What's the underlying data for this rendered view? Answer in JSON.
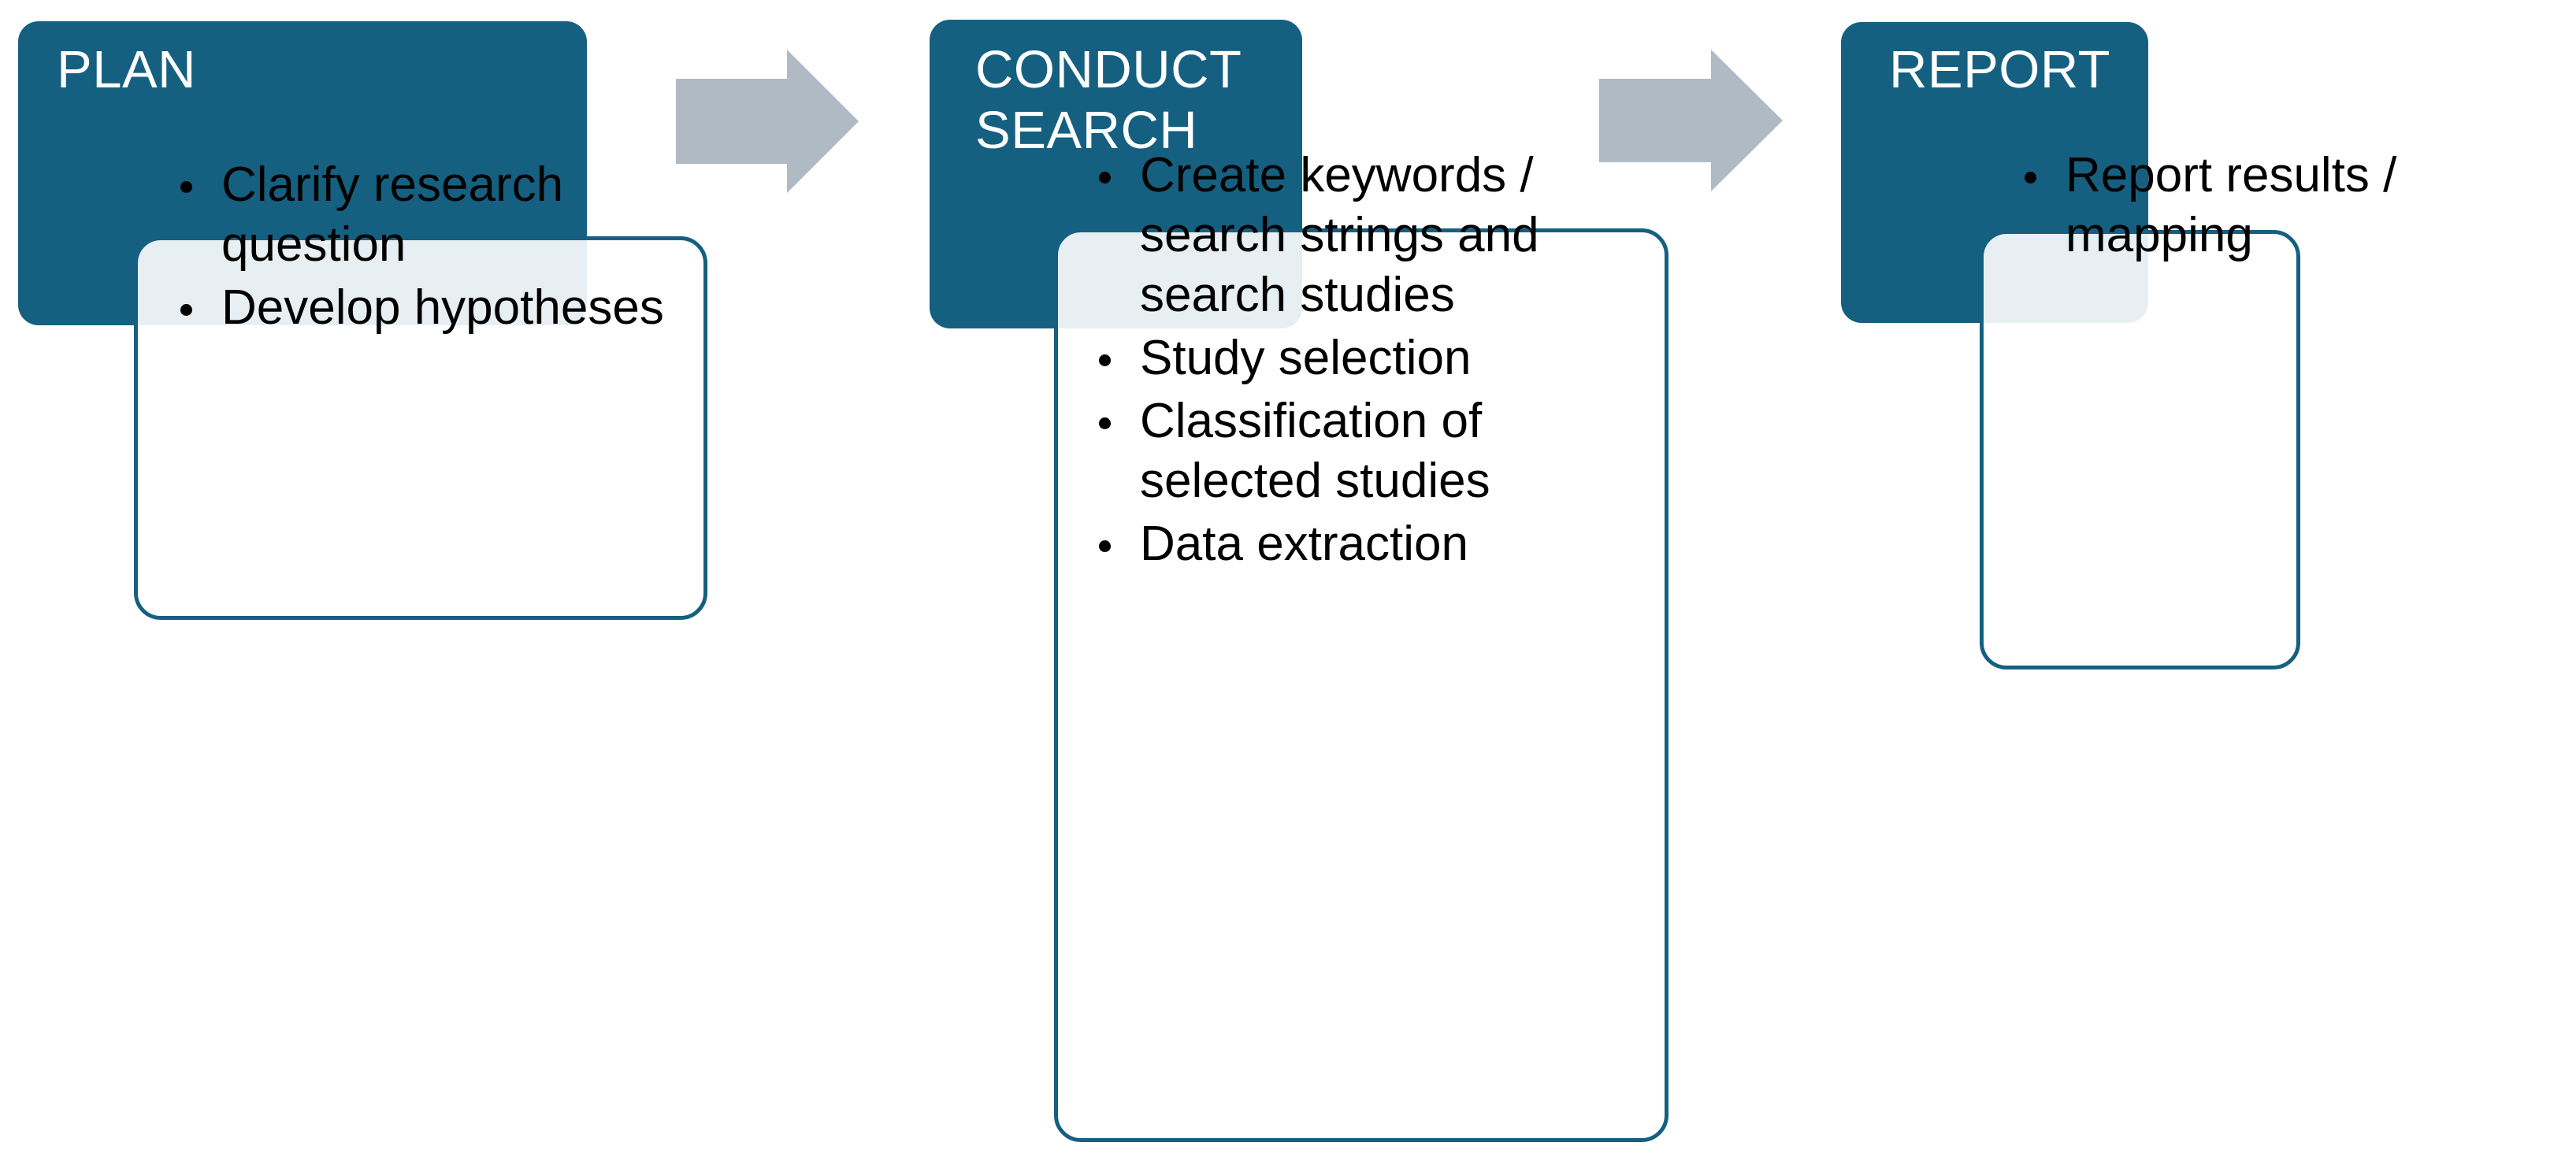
{
  "diagram": {
    "title": "Research process: Plan, Conduct Search, Report",
    "colors": {
      "brand_blue": "#156080",
      "card_overlap": "#e6edf0",
      "arrow_gray": "#b0bac4",
      "title_text": "#ffffff",
      "body_text": "#000000"
    },
    "phases": [
      {
        "id": "plan",
        "header": "PLAN",
        "bullets": [
          "Clarify research question",
          "Develop hypotheses"
        ]
      },
      {
        "id": "conduct-search",
        "header": "CONDUCT\nSEARCH",
        "bullets": [
          "Create keywords / search strings and search studies",
          "Study selection",
          "Classification of selected studies",
          "Data extraction"
        ]
      },
      {
        "id": "report",
        "header": "REPORT",
        "bullets": [
          "Report results / mapping"
        ]
      }
    ],
    "connectors": [
      {
        "id": "arrow-plan-to-search",
        "icon": "right-arrow-icon"
      },
      {
        "id": "arrow-search-to-report",
        "icon": "right-arrow-icon"
      }
    ]
  }
}
